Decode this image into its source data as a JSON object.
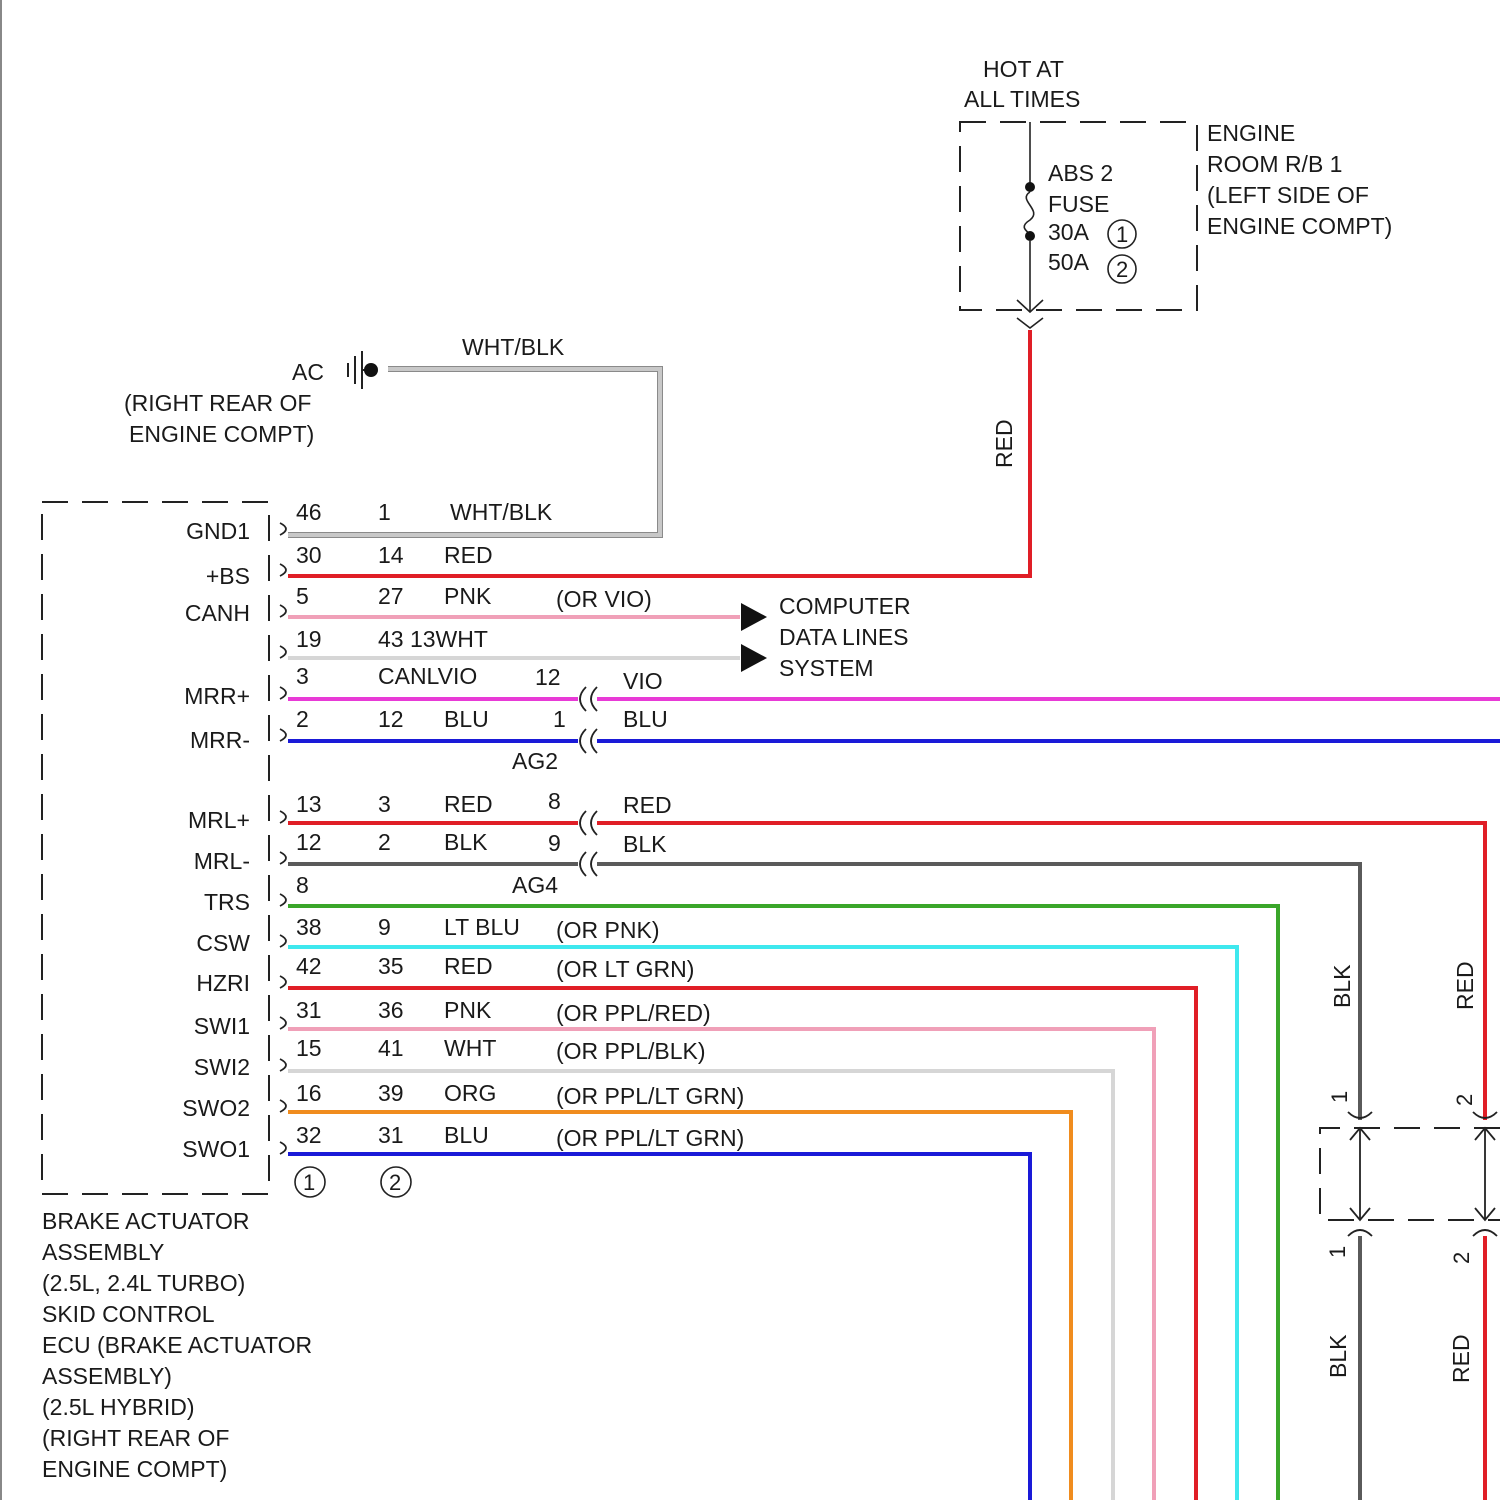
{
  "power_source": {
    "hot_line1": "HOT AT",
    "hot_line2": "ALL TIMES",
    "fuse_line1": "ABS 2",
    "fuse_line2": "FUSE",
    "rating1": "30A",
    "rating2": "50A",
    "variant1_mark": "1",
    "variant2_mark": "2",
    "box_label": [
      "ENGINE",
      "ROOM R/B 1",
      "(LEFT SIDE OF",
      "ENGINE COMPT)"
    ],
    "feed_wire_color": "RED"
  },
  "ground": {
    "name": "AC",
    "location": [
      "(RIGHT REAR OF",
      "ENGINE COMPT)"
    ],
    "wire_color": "WHT/BLK"
  },
  "module": {
    "label_lines": [
      "BRAKE ACTUATOR",
      "ASSEMBLY",
      "(2.5L, 2.4L TURBO)",
      "SKID CONTROL",
      "ECU (BRAKE ACTUATOR",
      "ASSEMBLY)",
      "(2.5L HYBRID)",
      "(RIGHT REAR OF",
      "ENGINE COMPT)"
    ],
    "pin_names": [
      "GND1",
      "+BS",
      "CANH",
      "MRR+",
      "MRR-",
      "MRL+",
      "MRL-",
      "TRS",
      "CSW",
      "HZRI",
      "SWI1",
      "SWI2",
      "SWO2",
      "SWO1"
    ],
    "variant1_mark": "1",
    "variant2_mark": "2"
  },
  "circuits": [
    {
      "pin_a": "46",
      "pin_b": "1",
      "color": "WHT/BLK",
      "alt": "",
      "hex": "#c8c8c8"
    },
    {
      "pin_a": "30",
      "pin_b": "14",
      "color": "RED",
      "alt": "",
      "hex": "#e01e26"
    },
    {
      "pin_a": "5",
      "pin_b": "27",
      "color": "PNK",
      "alt": "(OR VIO)",
      "hex": "#f0a0b8"
    },
    {
      "pin_a": "19",
      "pin_b": "43 13WHT",
      "color": "",
      "alt": "",
      "hex": "#d6d6d6"
    },
    {
      "pin_a": "3",
      "pin_b": "CANLVIO",
      "color": "",
      "alt": "",
      "hex": "#e83ad6"
    },
    {
      "pin_a": "2",
      "pin_b": "12",
      "color": "BLU",
      "alt": "",
      "hex": "#1a1ad8"
    },
    {
      "pin_a": "13",
      "pin_b": "3",
      "color": "RED",
      "alt": "",
      "hex": "#e01e26"
    },
    {
      "pin_a": "12",
      "pin_b": "2",
      "color": "BLK",
      "alt": "",
      "hex": "#5a5a5a"
    },
    {
      "pin_a": "8",
      "pin_b": "",
      "color": "",
      "alt": "",
      "hex": "#3aa62a"
    },
    {
      "pin_a": "38",
      "pin_b": "9",
      "color": "LT BLU",
      "alt": "(OR PNK)",
      "hex": "#3ee8ee"
    },
    {
      "pin_a": "42",
      "pin_b": "35",
      "color": "RED",
      "alt": "(OR LT GRN)",
      "hex": "#e01e26"
    },
    {
      "pin_a": "31",
      "pin_b": "36",
      "color": "PNK",
      "alt": "(OR PPL/RED)",
      "hex": "#f0a0b8"
    },
    {
      "pin_a": "15",
      "pin_b": "41",
      "color": "WHT",
      "alt": "(OR PPL/BLK)",
      "hex": "#d6d6d6"
    },
    {
      "pin_a": "16",
      "pin_b": "39",
      "color": "ORG",
      "alt": "(OR PPL/LT GRN)",
      "hex": "#f08c1e"
    },
    {
      "pin_a": "32",
      "pin_b": "31",
      "color": "BLU",
      "alt": "(OR PPL/LT GRN)",
      "hex": "#1a1ad8"
    }
  ],
  "data_lines": [
    "COMPUTER",
    "DATA LINES",
    "SYSTEM"
  ],
  "connector_ag2": {
    "name": "AG2",
    "pins": [
      "12",
      "1"
    ],
    "wire_colors": [
      "VIO",
      "BLU"
    ]
  },
  "connector_ag4": {
    "name": "AG4",
    "pins": [
      "8",
      "9"
    ],
    "wire_colors": [
      "RED",
      "BLK"
    ]
  },
  "right_harness": {
    "top_colors": [
      "BLK",
      "RED"
    ],
    "top_pins": [
      "1",
      "2"
    ],
    "bottom_pins": [
      "1",
      "2"
    ],
    "bottom_colors": [
      "BLK",
      "RED"
    ]
  }
}
